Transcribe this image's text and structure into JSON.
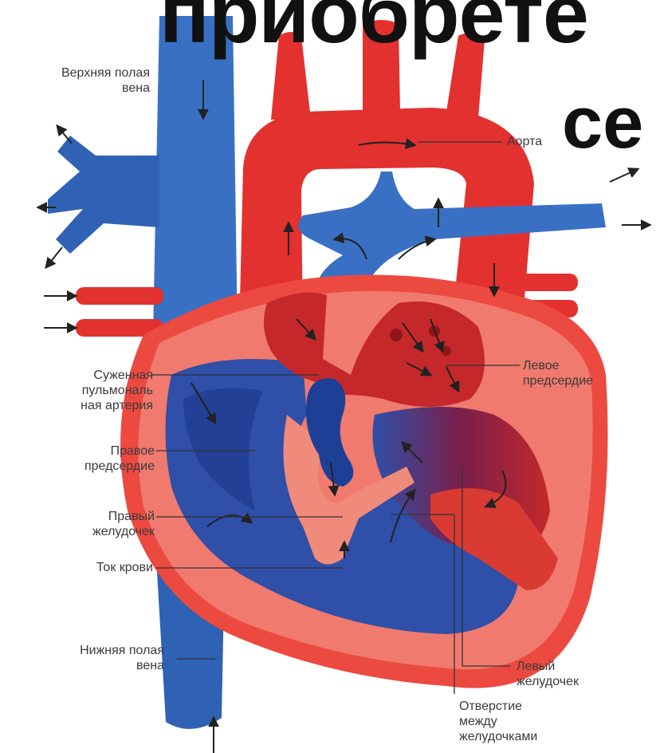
{
  "title": {
    "line1": "приобрете",
    "line2": "се"
  },
  "labels": {
    "svc_1": "Верхняя полая",
    "svc_2": "вена",
    "aorta": "Аорта",
    "pulm_1": "Суженная",
    "pulm_2": "пульмональ",
    "pulm_3": "ная артерия",
    "ra_1": "Правое",
    "ra_2": "предсердие",
    "rv_1": "Правый",
    "rv_2": "желудочек",
    "flow": "Ток крови",
    "ivc_1": "Нижняя полая",
    "ivc_2": "вена",
    "la_1": "Левое",
    "la_2": "предсердие",
    "lv_1": "Левый",
    "lv_2": "желудочек",
    "vsd_1": "Отверстие",
    "vsd_2": "между",
    "vsd_3": "желудочками"
  },
  "colors": {
    "arterial": "#e3312f",
    "arterial_light": "#f07a6e",
    "arterial_dark": "#b41a1e",
    "venous": "#2f62b4",
    "venous_dark": "#123a8e",
    "text": "#3a3a3a"
  }
}
